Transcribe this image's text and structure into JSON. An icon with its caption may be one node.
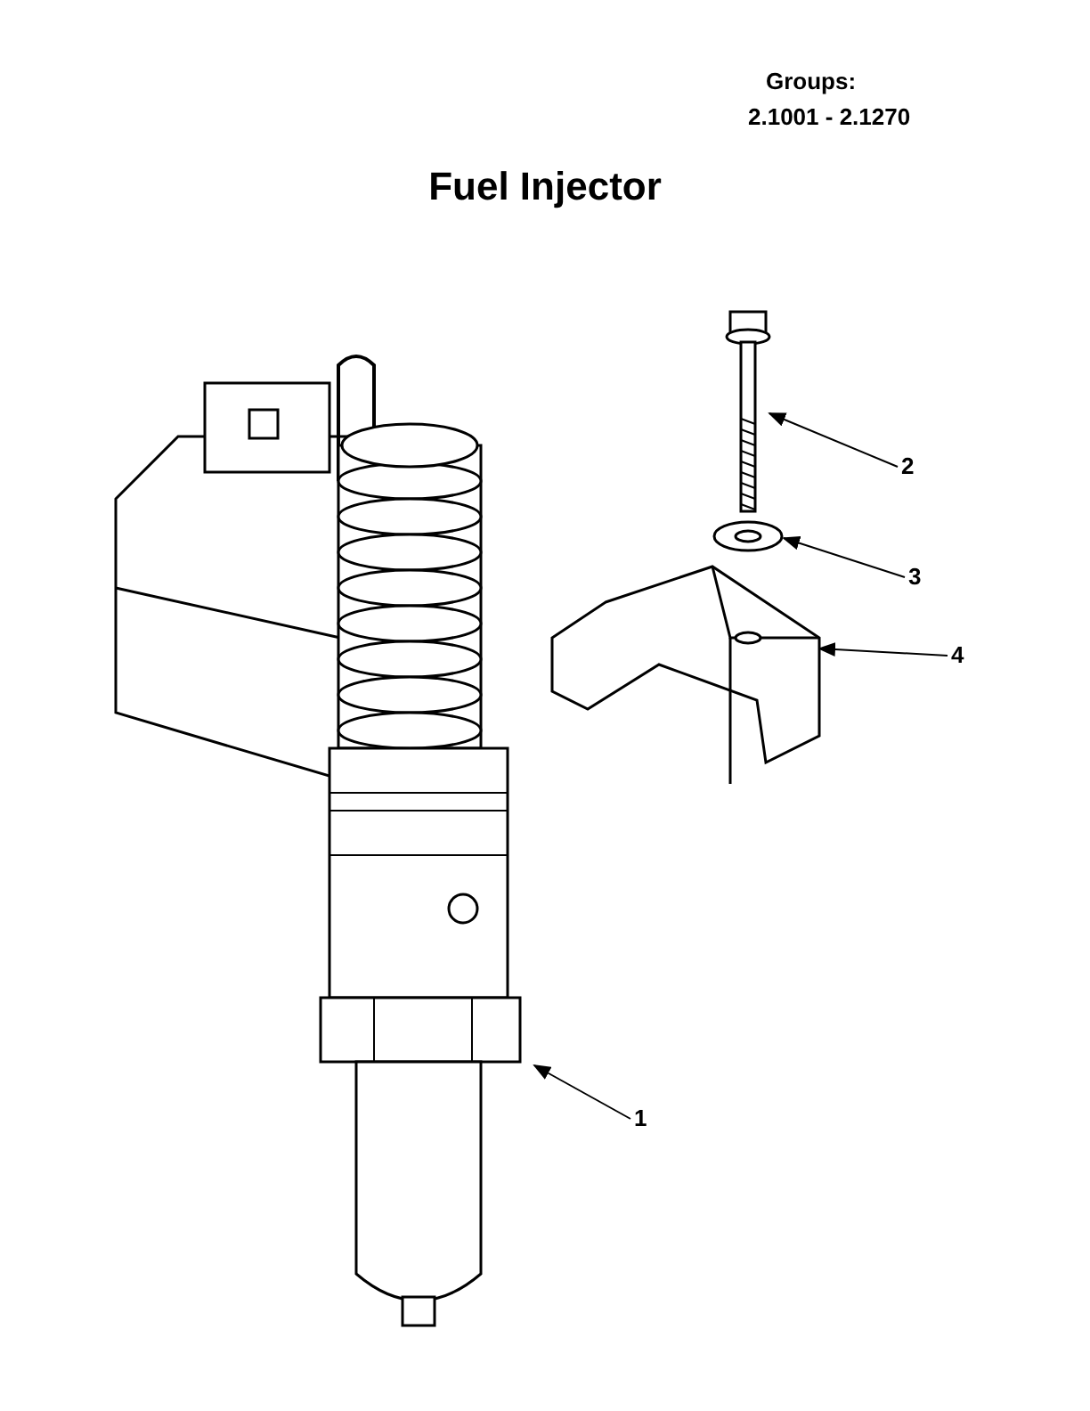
{
  "diagram": {
    "title": "Fuel Injector",
    "nodes": [
      {
        "text": [
          "2"
        ]
      },
      {
        "text": [],
        "shape": "picture"
      },
      {
        "text": [
          "3"
        ]
      },
      {
        "text": [],
        "shape": "picture"
      },
      {
        "text": [
          "4"
        ]
      },
      {
        "text": [],
        "shape": "picture"
      },
      {
        "text": [
          "1"
        ]
      },
      {
        "text": [],
        "shape": "picture"
      }
    ],
    "edges": [
      {
        "from": 0,
        "to": 1,
        "arrow": "to"
      },
      {
        "from": 2,
        "to": 3,
        "arrow": "to"
      },
      {
        "from": 4,
        "to": 5,
        "arrow": "to"
      },
      {
        "from": 6,
        "to": 7,
        "arrow": "to"
      }
    ],
    "labels": [
      "Groups:",
      "2.1001 - 2.1270"
    ]
  }
}
